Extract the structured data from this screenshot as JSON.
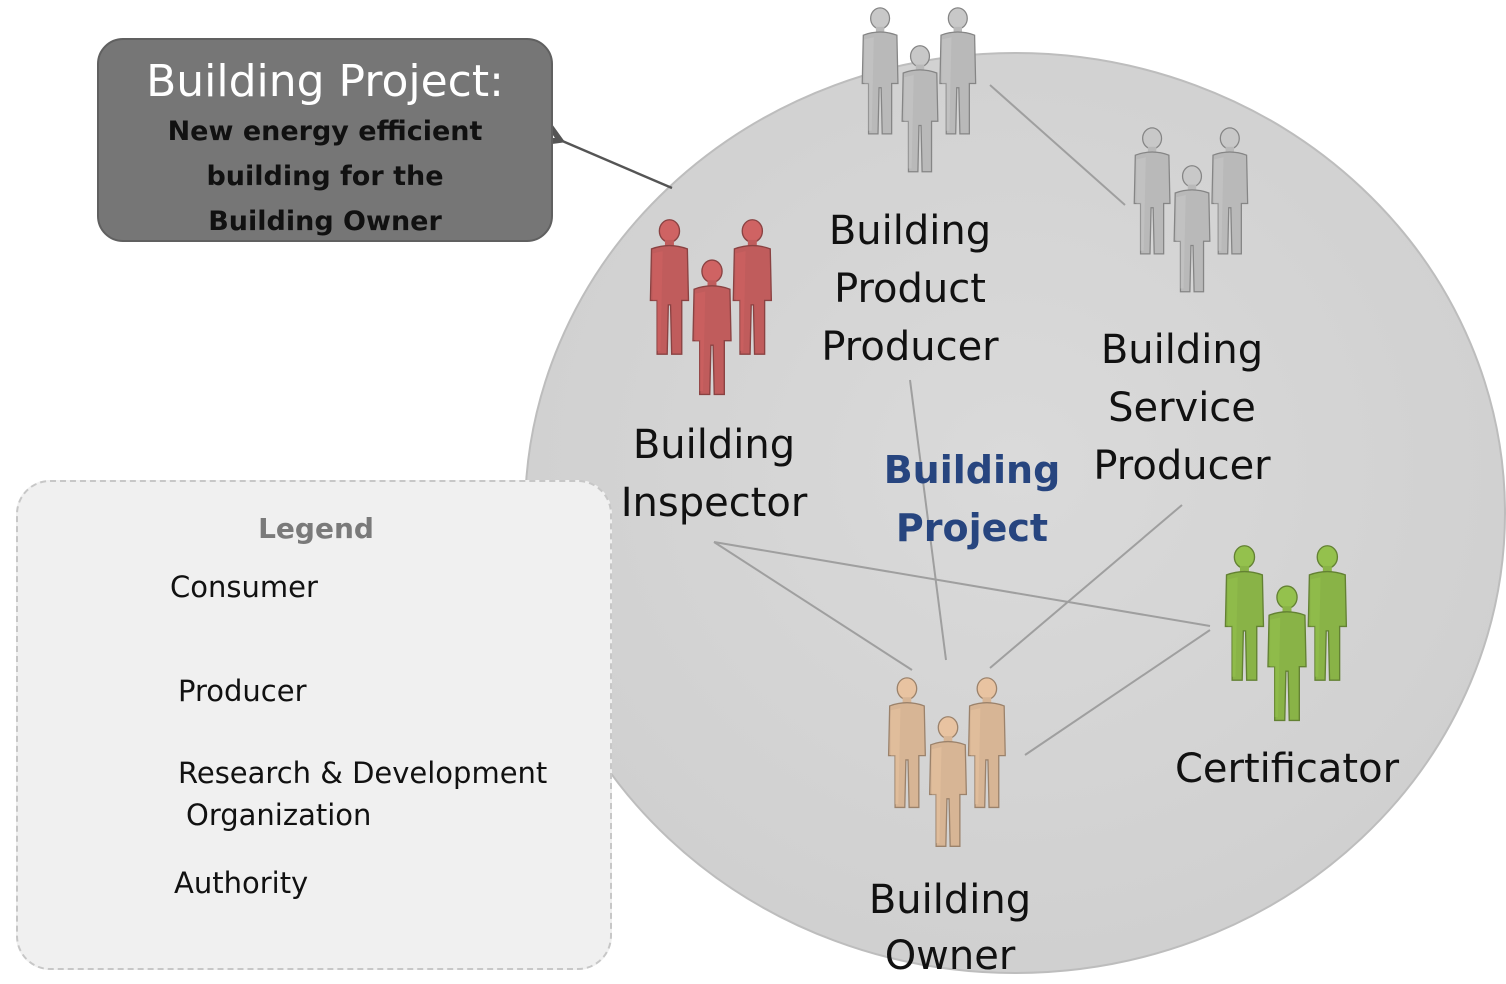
{
  "title_box": {
    "heading": "Building Project:",
    "lines": [
      "New energy efficient",
      "building for the",
      "Building Owner"
    ]
  },
  "center_label": [
    "Building",
    "Project"
  ],
  "nodes": {
    "product_producer": {
      "lines": [
        "Building",
        "Product",
        "Producer"
      ],
      "role": "Producer"
    },
    "service_producer": {
      "lines": [
        "Building",
        "Service",
        "Producer"
      ],
      "role": "Producer"
    },
    "inspector": {
      "lines": [
        "Building",
        "Inspector"
      ],
      "role": "Authority"
    },
    "certificator": {
      "lines": [
        "Certificator"
      ],
      "role": "Research & Development Organization"
    },
    "owner": {
      "lines": [
        "Building",
        "Owner"
      ],
      "role": "Consumer"
    }
  },
  "legend": {
    "title": "Legend",
    "items": [
      {
        "label": "Consumer",
        "color": "#d7b595"
      },
      {
        "label": "Producer",
        "color": "#b9b9b9"
      },
      {
        "label": "Research & Development",
        "label2": "Organization",
        "color": "#89b347"
      },
      {
        "label": "Authority",
        "color": "#c05c5c"
      }
    ]
  },
  "colors": {
    "circle_fill": "#d4d4d4",
    "circle_stroke": "#bdbdbd",
    "link_line": "#9f9f9f",
    "title_box_fill": "#767676",
    "center_label": "#27457f",
    "legend_fill": "#f0f0f0"
  },
  "edges": [
    [
      "product_producer",
      "service_producer"
    ],
    [
      "product_producer",
      "owner"
    ],
    [
      "inspector",
      "owner"
    ],
    [
      "inspector",
      "certificator"
    ],
    [
      "service_producer",
      "owner"
    ],
    [
      "certificator",
      "owner"
    ]
  ]
}
